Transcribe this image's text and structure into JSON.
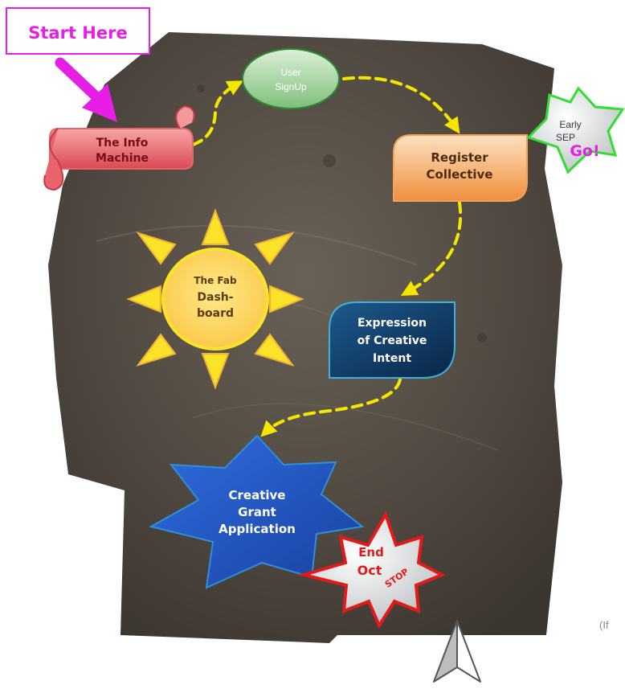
{
  "start": {
    "label": "Start Here"
  },
  "nodes": {
    "info_machine": {
      "line1": "The Info",
      "line2": "Machine"
    },
    "user_signup": {
      "line1": "User",
      "line2": "SignUp"
    },
    "register_collective": {
      "line1": "Register",
      "line2": "Collective"
    },
    "fab_dashboard": {
      "line1": "The Fab",
      "line2": "Dash-",
      "line3": "board"
    },
    "expression": {
      "line1": "Expression",
      "line2": "of Creative",
      "line3": "Intent"
    },
    "grant_application": {
      "line1": "Creative",
      "line2": "Grant",
      "line3": "Application"
    }
  },
  "badges": {
    "early_sep": {
      "line1": "Early",
      "line2": "SEP",
      "go": "Go!"
    },
    "end_oct": {
      "line1": "End",
      "line2": "Oct",
      "stop": "STOP"
    }
  },
  "side_note": "(If",
  "colors": {
    "start_text": "#e61ee6",
    "arrow": "#f5e600",
    "info_machine": "#e8636b",
    "user_signup": "#8fc98b",
    "register": "#f3a258",
    "sun": "#fbe32a",
    "expression": "#123a66",
    "grant": "#2657c7",
    "early_border": "#33dd33",
    "end_border": "#e31a1a"
  },
  "icons": {
    "north_arrow": "north-arrow-icon"
  }
}
